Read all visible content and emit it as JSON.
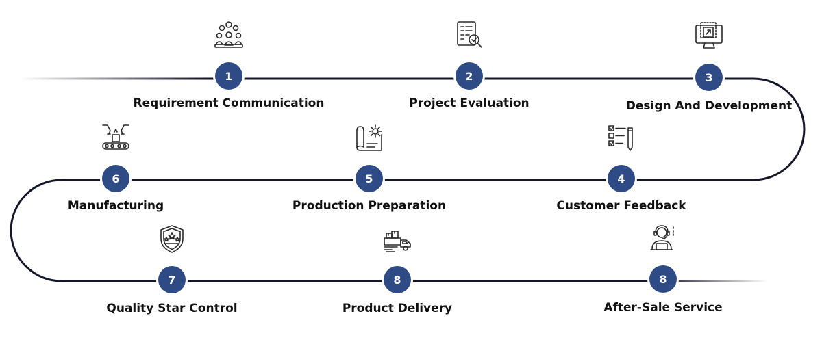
{
  "colors": {
    "badge": "#2f4b86",
    "line": "#15162a",
    "label": "#111111",
    "icon": "#2a2a2a"
  },
  "steps": [
    {
      "number": "1",
      "label": "Requirement Communication",
      "icon": "team-meeting-icon"
    },
    {
      "number": "2",
      "label": "Project Evaluation",
      "icon": "document-inspection-icon"
    },
    {
      "number": "3",
      "label": "Design And Development",
      "icon": "design-monitor-icon"
    },
    {
      "number": "4",
      "label": "Customer Feedback",
      "icon": "checklist-icon"
    },
    {
      "number": "5",
      "label": "Production Preparation",
      "icon": "blueprint-gear-icon"
    },
    {
      "number": "6",
      "label": "Manufacturing",
      "icon": "robotic-assembly-icon"
    },
    {
      "number": "7",
      "label": "Quality Star Control",
      "icon": "quality-shield-icon"
    },
    {
      "number": "8",
      "label": "Product Delivery",
      "icon": "delivery-truck-icon"
    },
    {
      "number": "8",
      "label": "After-Sale Service",
      "icon": "support-agent-icon"
    }
  ]
}
